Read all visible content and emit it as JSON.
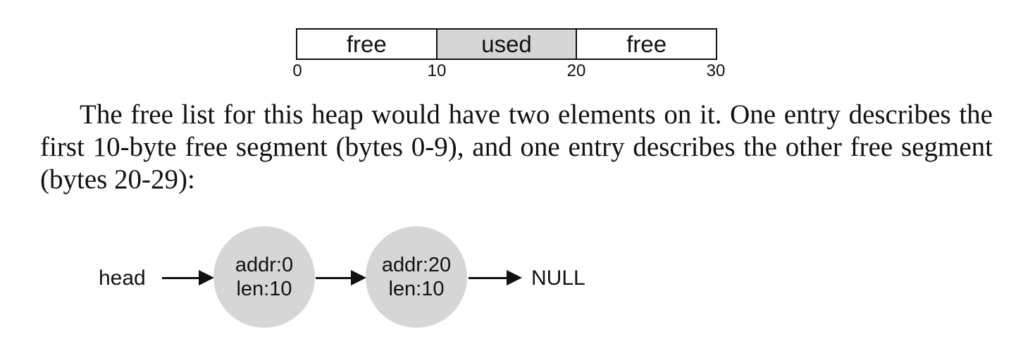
{
  "heap": {
    "segments": [
      {
        "label": "free"
      },
      {
        "label": "used"
      },
      {
        "label": "free"
      }
    ],
    "ticks": [
      "0",
      "10",
      "20",
      "30"
    ],
    "colors": {
      "used_fill": "#d6d6d6",
      "stroke": "#111111"
    }
  },
  "paragraph": "The free list for this heap would have two elements on it. One entry de­scribes the first 10-byte free segment (bytes 0-9), and one entry describes the other free segment (bytes 20-29):",
  "free_list": {
    "head_label": "head",
    "nodes": [
      {
        "addr": "addr:0",
        "len": "len:10"
      },
      {
        "addr": "addr:20",
        "len": "len:10"
      }
    ],
    "null_label": "NULL",
    "colors": {
      "node_fill": "#d6d6d6"
    }
  }
}
